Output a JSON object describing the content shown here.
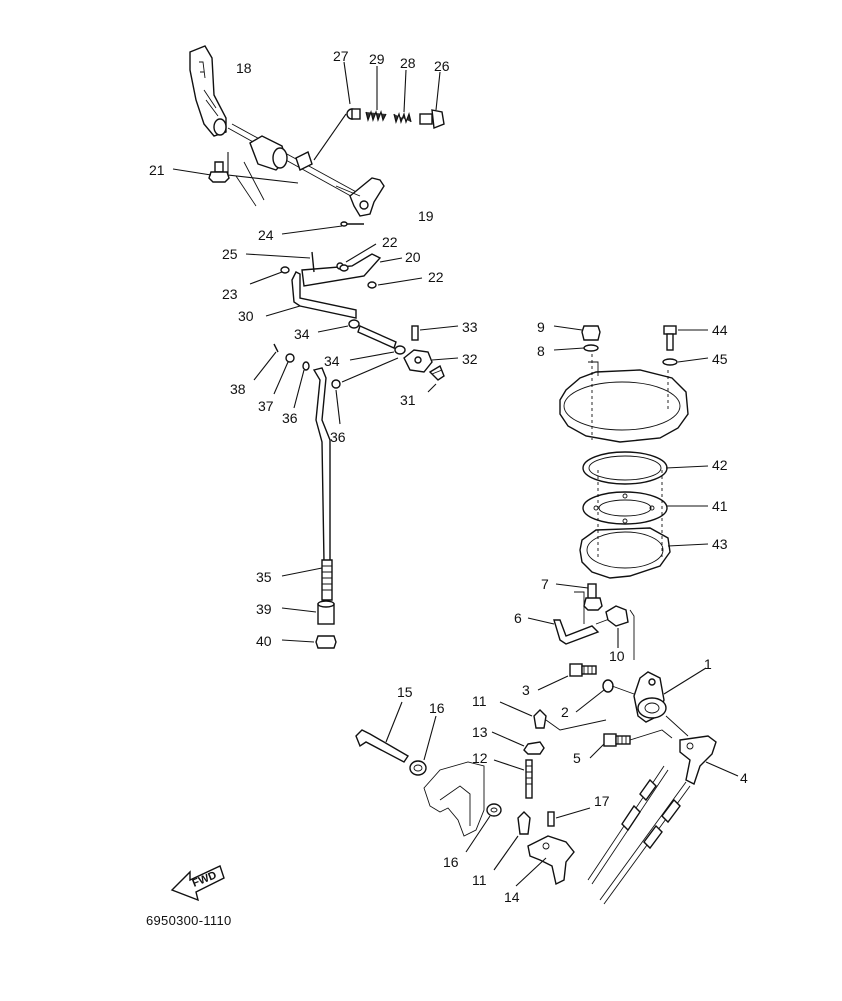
{
  "diagram": {
    "drawing_code": "6950300-1110",
    "direction_label": "FWD",
    "callouts": [
      "1",
      "2",
      "3",
      "4",
      "5",
      "6",
      "7",
      "8",
      "9",
      "10",
      "11",
      "12",
      "13",
      "14",
      "15",
      "16",
      "17",
      "18",
      "19",
      "20",
      "21",
      "22",
      "23",
      "24",
      "25",
      "26",
      "27",
      "28",
      "29",
      "30",
      "31",
      "32",
      "33",
      "34",
      "35",
      "36",
      "37",
      "38",
      "39",
      "40",
      "41",
      "42",
      "43",
      "44",
      "45"
    ]
  }
}
